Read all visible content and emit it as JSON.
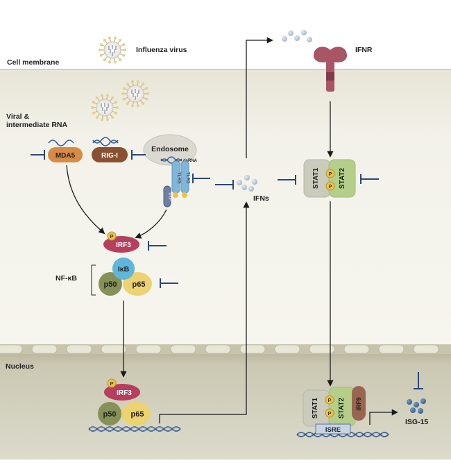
{
  "labels": {
    "influenza_virus": "Influenza virus",
    "cell_membrane": "Cell membrane",
    "viral_rna": [
      "Viral &",
      "intermediate RNA"
    ],
    "mda5": "MDA5",
    "rig_i": "RIG-I",
    "endosome": "Endosome",
    "dsrna": "dsRNA",
    "tlr3": "TLR3",
    "trif": "TRIF",
    "ifns": "IFNs",
    "ifnr": "IFNR",
    "stat1": "STAT1",
    "stat2": "STAT2",
    "p": "P",
    "irf3": "IRF3",
    "nfkb": "NF-κB",
    "ikb": "IκB",
    "p50": "p50",
    "p65": "p65",
    "nucleus": "Nucleus",
    "isre": "ISRE",
    "irf9": "IRF9",
    "isg15": "ISG-15"
  },
  "colors": {
    "cytoplasm": "#f3f2ea",
    "nucleus": "#ccc9b4",
    "membrane": "#e4e2d2",
    "inhibitor": "#27477a",
    "mda5": "#d88b44",
    "rig_i": "#8a5131",
    "irf3": "#b53f5d",
    "ikb": "#5fb6d8",
    "p50": "#859157",
    "p65": "#ecd271",
    "stat1": "#cbcbbc",
    "stat2": "#b5cf8a",
    "irf9": "#9a6550",
    "tlr3": "#7fb7da",
    "dna": "#3a5d8f",
    "ifn_dots": "#b4c4d4"
  }
}
